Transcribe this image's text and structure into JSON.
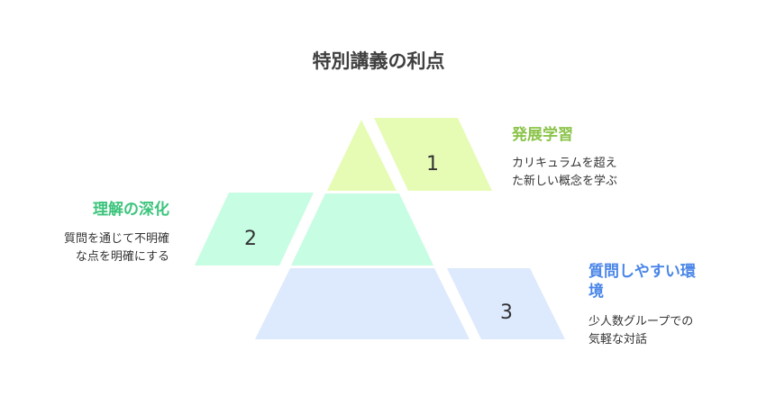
{
  "title": "特別講義の利点",
  "colors": {
    "level1": "#e6fcb5",
    "level2": "#c7fde3",
    "level3": "#dde9fd",
    "heading1": "#8bc34a",
    "heading2": "#3cc47c",
    "heading3": "#4a86e8",
    "text": "#333333"
  },
  "items": [
    {
      "number": "1",
      "heading": "発展学習",
      "description_lines": [
        "カリキュラムを超え",
        "た新しい概念を学ぶ"
      ]
    },
    {
      "number": "2",
      "heading": "理解の深化",
      "description_lines": [
        "質問を通じて不明確",
        "な点を明確にする"
      ]
    },
    {
      "number": "3",
      "heading_lines": [
        "質問しやすい環",
        "境"
      ],
      "description_lines": [
        "少人数グループでの",
        "気軽な対話"
      ]
    }
  ]
}
